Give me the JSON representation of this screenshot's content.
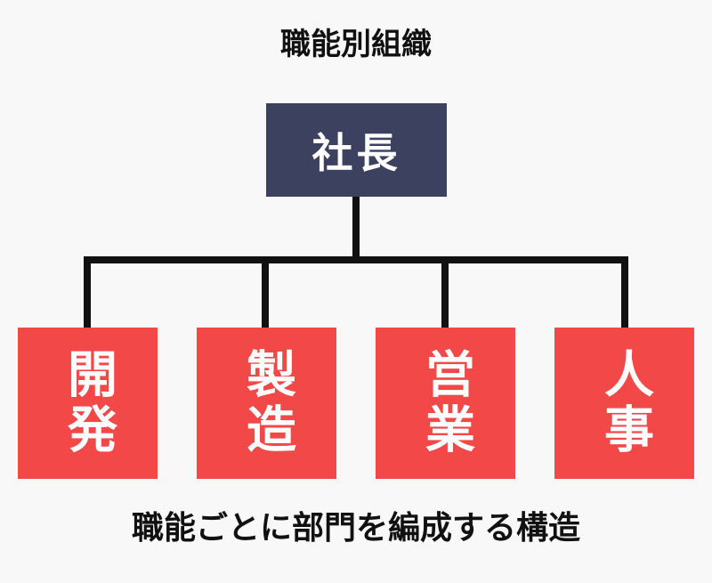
{
  "title": "職能別組織",
  "ceo": {
    "label": "社長"
  },
  "departments": [
    {
      "label": "開発"
    },
    {
      "label": "製造"
    },
    {
      "label": "営業"
    },
    {
      "label": "人事"
    }
  ],
  "caption": "職能ごとに部門を編成する構造",
  "colors": {
    "ceo_box": "#3d4160",
    "department_box": "#f24848",
    "connector": "#111111",
    "text_on_box": "#ffffff",
    "background": "#f8f8f8"
  }
}
